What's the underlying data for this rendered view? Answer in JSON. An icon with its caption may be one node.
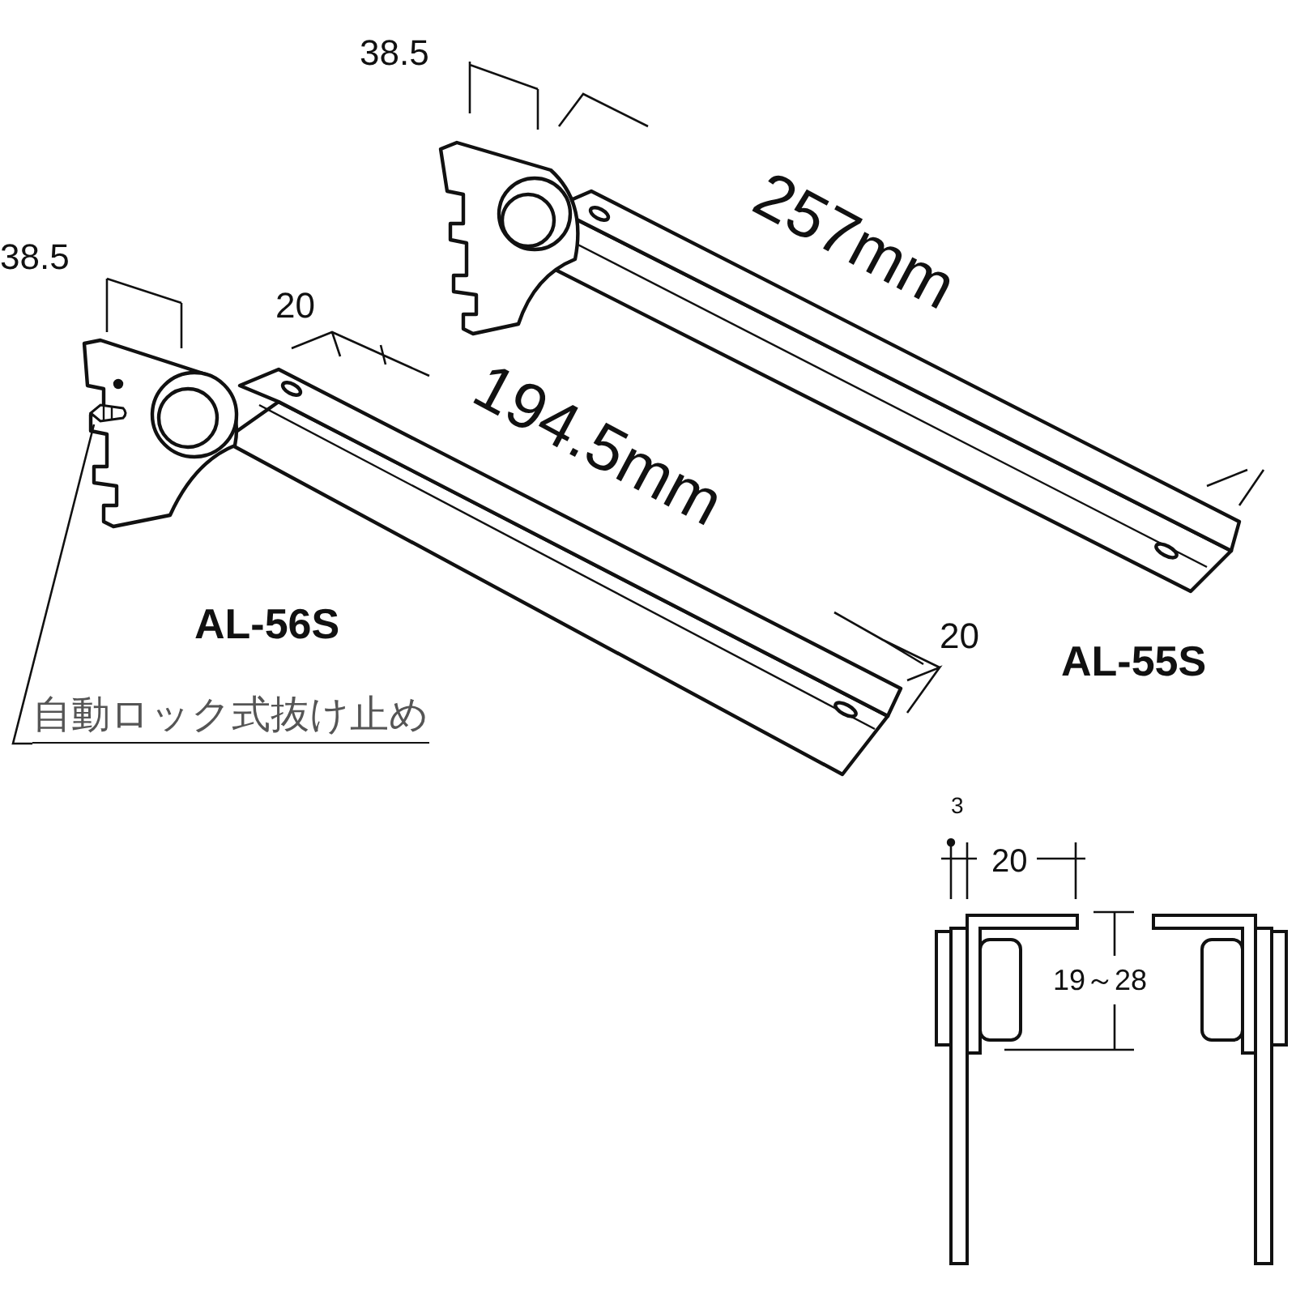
{
  "diagram": {
    "nodes": [
      {
        "text": [
          "自動ロック式抜け止め"
        ]
      },
      {
        "text": [],
        "shape": "picture"
      }
    ],
    "edges": [
      {
        "from": 0,
        "to": 1,
        "arrow": "none"
      }
    ],
    "labels": [
      "38.5",
      "257mm",
      "38.5",
      "20",
      "194.5mm",
      "AL-56S",
      "20",
      "AL-55S",
      "3",
      "20",
      "19～28"
    ]
  }
}
